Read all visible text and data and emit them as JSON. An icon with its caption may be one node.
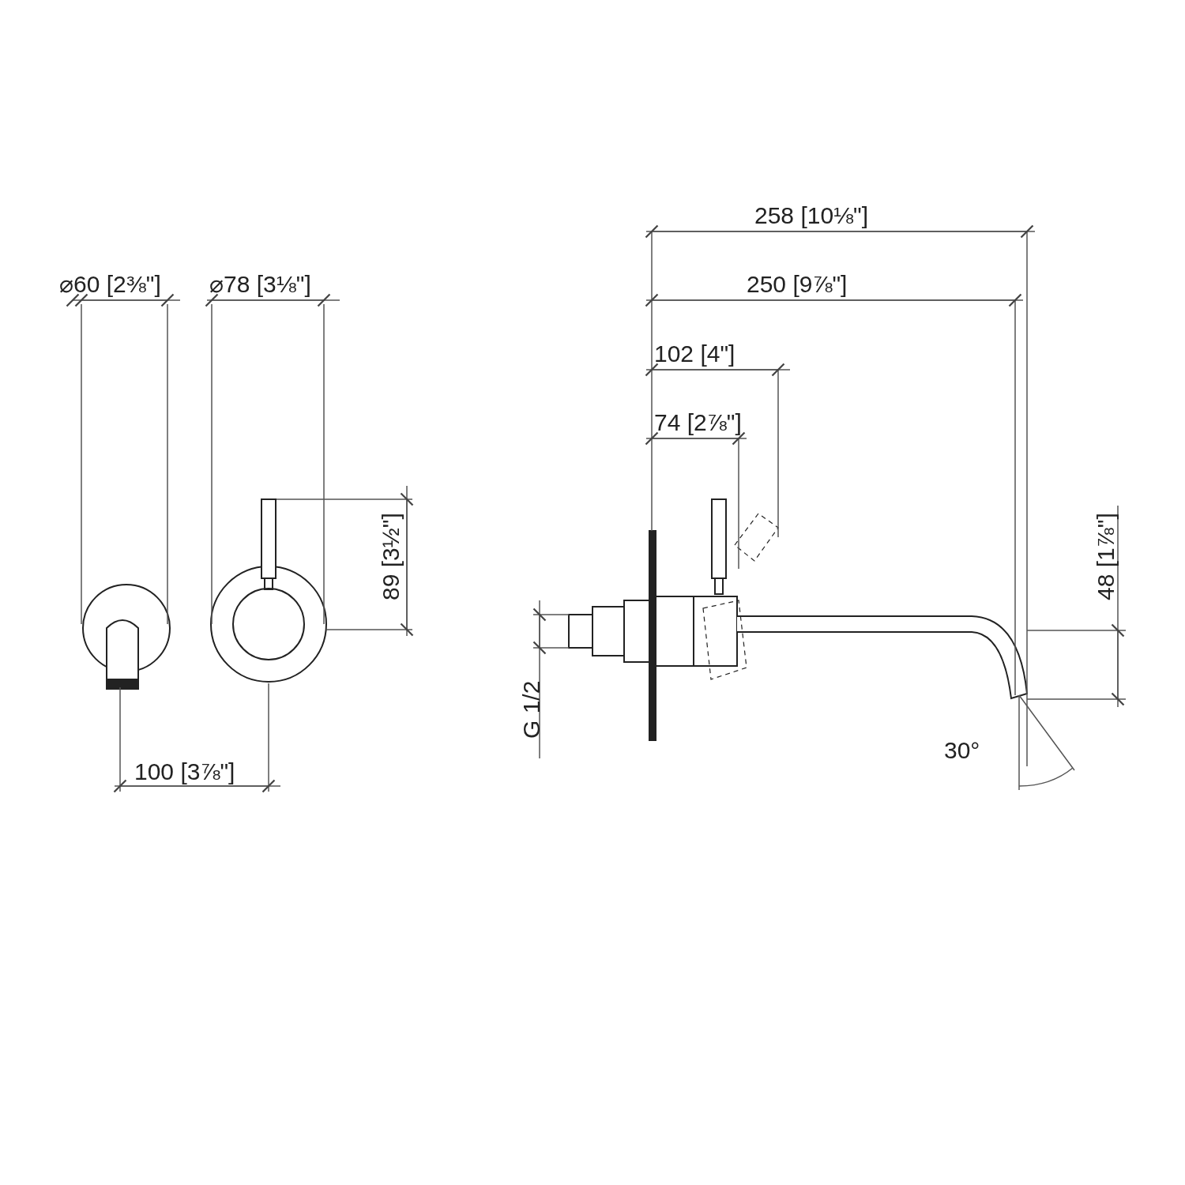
{
  "diagram": {
    "labels": [
      "⌀60 [2⅜\"]",
      "⌀78 [3⅛\"]",
      "258 [10⅛\"]",
      "250 [9⅞\"]",
      "102 [4\"]",
      "74 [2⅞\"]",
      "89 [3½\"]",
      "48 [1⅞\"]",
      "G 1/2",
      "30°",
      "100 [3⅞\"]"
    ]
  }
}
